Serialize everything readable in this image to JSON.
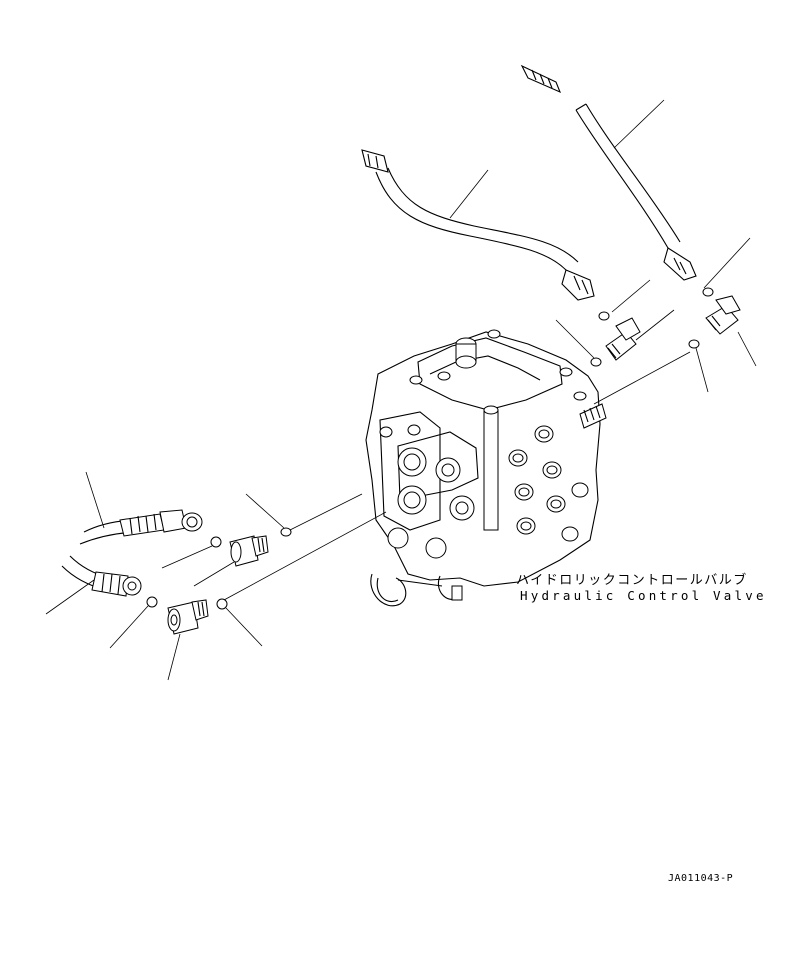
{
  "diagram": {
    "component_label_jp": "ハイドロリックコントロールバルブ",
    "component_label_en": "Hydraulic Control Valve",
    "drawing_number": "JA011043-P"
  }
}
